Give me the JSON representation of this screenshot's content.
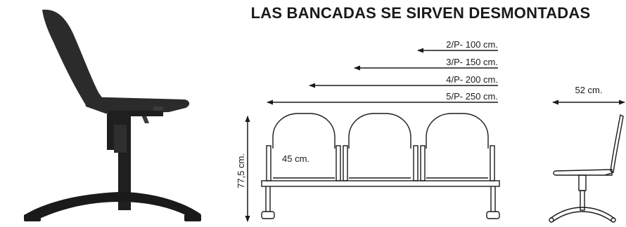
{
  "title": "LAS BANCADAS SE SIRVEN DESMONTADAS",
  "widths": [
    {
      "label": "2/P- 100 cm."
    },
    {
      "label": "3/P- 150 cm."
    },
    {
      "label": "4/P- 200 cm."
    },
    {
      "label": "5/P- 250 cm."
    }
  ],
  "height_label": "77,5 cm.",
  "seat_label": "45 cm.",
  "depth_label": "52 cm.",
  "colors": {
    "chair": "#2b2b2b",
    "line": "#1a1a1a"
  }
}
